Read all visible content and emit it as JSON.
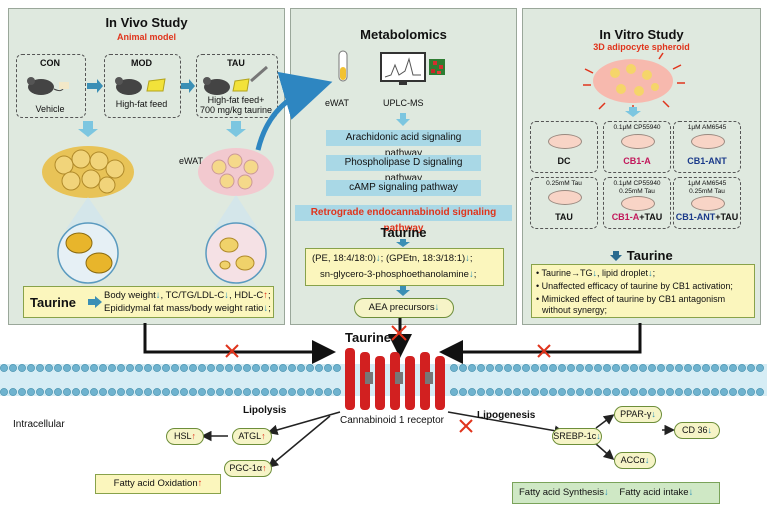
{
  "invivo": {
    "title": "In Vivo Study",
    "subtitle": "Animal model",
    "groups": [
      {
        "name": "CON",
        "desc": "Vehicle"
      },
      {
        "name": "MOD",
        "desc": "High-fat feed"
      },
      {
        "name": "TAU",
        "desc": "High-fat feed+",
        "desc2": "700 mg/kg taurine"
      }
    ],
    "tissue_label": "eWAT",
    "summary_label": "Taurine",
    "summary_line1_a": "Body weight",
    "summary_line1_b": ", TC/TG/LDL-C",
    "summary_line1_c": ", HDL-C",
    "summary_line2": "Epididymal fat mass/body weight ratio"
  },
  "metabolomics": {
    "title": "Metabolomics",
    "ewat": "eWAT",
    "instrument": "UPLC-MS",
    "pathways": [
      "Arachidonic acid signaling pathway",
      "Phospholipase D signaling pathway",
      "cAMP signaling pathway"
    ],
    "highlight_pathway": "Retrograde endocannabinoid signaling pathway",
    "taurine_label": "Taurine",
    "metab_line1_a": "(PE, 18:4/18:0)",
    "metab_line1_b": "(GPEtn, 18:3/18:1)",
    "metab_line2": "sn-glycero-3-phosphoethanolamine",
    "aea": "AEA precursors"
  },
  "invitro": {
    "title": "In Vitro Study",
    "subtitle": "3D adipocyte spheroid",
    "dishes": [
      {
        "top": "",
        "name": "DC"
      },
      {
        "top": "0.1μM CP55940",
        "name": "CB1-A"
      },
      {
        "top": "1μM AM6545",
        "name": "CB1-ANT"
      },
      {
        "top": "0.25mM Tau",
        "name": "TAU"
      },
      {
        "top": "0.1μM CP55940",
        "top2": "0.25mM Tau",
        "name": "CB1-A",
        "suffix": "+TAU"
      },
      {
        "top": "1μM AM6545",
        "top2": "0.25mM Tau",
        "name": "CB1-ANT",
        "suffix": "+TAU"
      }
    ],
    "taurine_label": "Taurine",
    "bullet1_a": "Taurine→TG",
    "bullet1_b": ", lipid droplet",
    "bullet2": "Unaffected efficacy of taurine by CB1 activation;",
    "bullet3a": "Mimicked effect of taurine by CB1 antagonism",
    "bullet3b": "without synergy;"
  },
  "center_taurine": "Taurine",
  "receptor": "Cannabinoid 1 receptor",
  "intracellular": "Intracellular",
  "lipolysis": {
    "title": "Lipolysis",
    "hsl": "HSL",
    "atgl": "ATGL",
    "pgc": "PGC-1α",
    "fao": "Fatty acid Oxidation"
  },
  "lipogenesis": {
    "title": "Lipogenesis",
    "srebp": "SREBP-1c",
    "ppar": "PPAR-γ",
    "cd36": "CD 36",
    "acc": "ACCα",
    "fas": "Fatty acid Synthesis",
    "fai": "Fatty acid intake"
  },
  "arrows": {
    "up": "↑",
    "down": "↓"
  },
  "colors": {
    "panel": "#dfe9df",
    "up": "#e0341c",
    "down": "#2a8fb5",
    "pathway": "#a9d8e6",
    "yellow": "#fbf6bd",
    "receptor": "#d22020"
  }
}
